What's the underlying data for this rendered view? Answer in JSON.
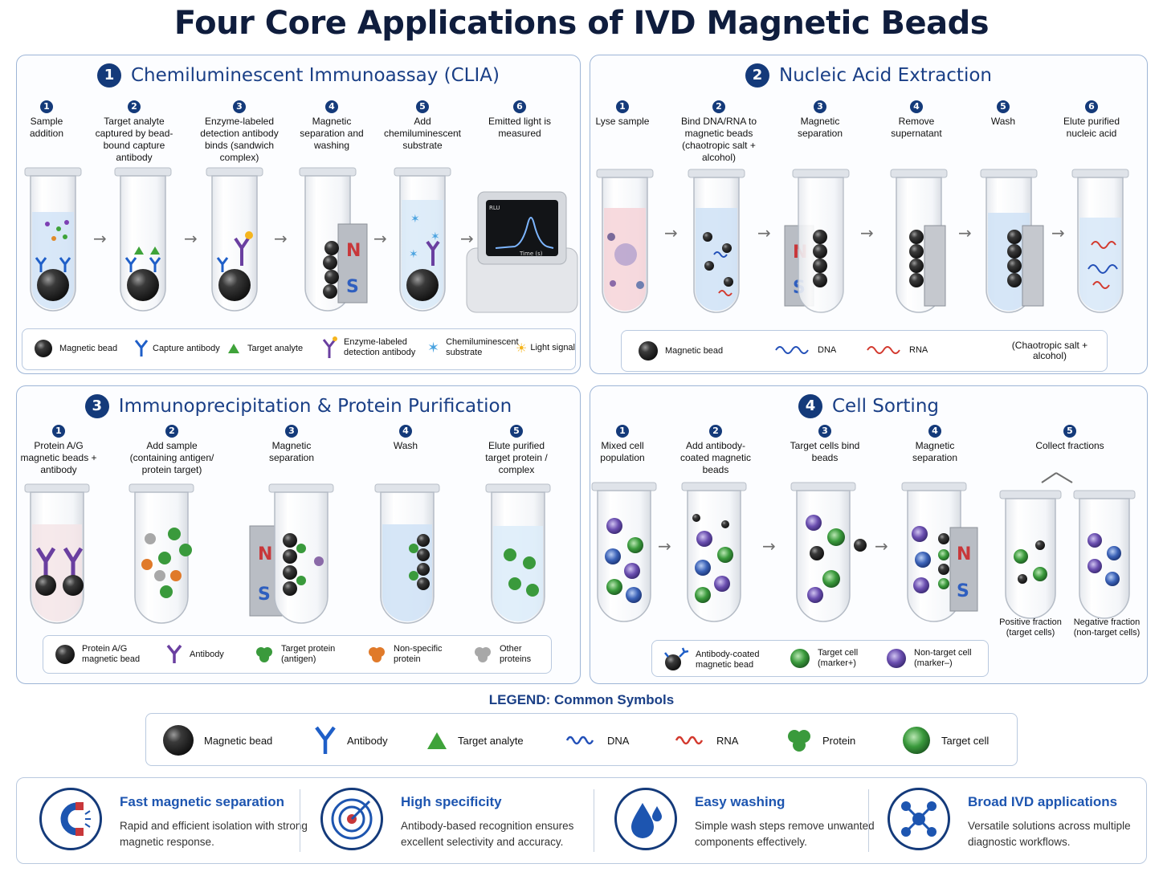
{
  "title": "Four Core Applications of IVD Magnetic Beads",
  "panels": [
    {
      "number": "1",
      "title": "Chemiluminescent Immunoassay (CLIA)",
      "steps": [
        {
          "n": "1",
          "label": "Sample addition"
        },
        {
          "n": "2",
          "label": "Target analyte captured by bead-bound capture antibody"
        },
        {
          "n": "3",
          "label": "Enzyme-labeled detection antibody binds (sandwich complex)"
        },
        {
          "n": "4",
          "label": "Magnetic separation and washing"
        },
        {
          "n": "5",
          "label": "Add chemiluminescent substrate"
        },
        {
          "n": "6",
          "label": "Emitted light is measured"
        }
      ],
      "instrument": {
        "y_label": "RLU",
        "x_label": "Time (s)"
      },
      "legend": [
        {
          "icon": "magnetic-bead",
          "label": "Magnetic bead"
        },
        {
          "icon": "capture-antibody",
          "label": "Capture antibody"
        },
        {
          "icon": "target-analyte",
          "label": "Target analyte"
        },
        {
          "icon": "enzyme-labeled-antibody",
          "label": "Enzyme-labeled detection antibody"
        },
        {
          "icon": "chemiluminescent-substrate",
          "label": "Chemiluminescent substrate"
        },
        {
          "icon": "light-signal",
          "label": "Light signal"
        }
      ]
    },
    {
      "number": "2",
      "title": "Nucleic Acid Extraction",
      "steps": [
        {
          "n": "1",
          "label": "Lyse sample"
        },
        {
          "n": "2",
          "label": "Bind DNA/RNA to magnetic beads (chaotropic salt + alcohol)"
        },
        {
          "n": "3",
          "label": "Magnetic separation"
        },
        {
          "n": "4",
          "label": "Remove supernatant"
        },
        {
          "n": "5",
          "label": "Wash"
        },
        {
          "n": "6",
          "label": "Elute purified nucleic acid"
        }
      ],
      "legend": [
        {
          "icon": "magnetic-bead",
          "label": "Magnetic bead"
        },
        {
          "icon": "dna",
          "label": "DNA"
        },
        {
          "icon": "rna",
          "label": "RNA"
        },
        {
          "icon": "none",
          "label": "(Chaotropic salt + alcohol)"
        }
      ]
    },
    {
      "number": "3",
      "title": "Immunoprecipitation & Protein Purification",
      "steps": [
        {
          "n": "1",
          "label": "Protein A/G magnetic beads + antibody"
        },
        {
          "n": "2",
          "label": "Add sample (containing antigen/ protein target)"
        },
        {
          "n": "3",
          "label": "Magnetic separation"
        },
        {
          "n": "4",
          "label": "Wash"
        },
        {
          "n": "5",
          "label": "Elute purified target protein / complex"
        }
      ],
      "legend": [
        {
          "icon": "protein-ag-bead",
          "label": "Protein A/G magnetic bead"
        },
        {
          "icon": "antibody",
          "label": "Antibody"
        },
        {
          "icon": "target-protein",
          "label": "Target protein (antigen)"
        },
        {
          "icon": "non-specific-protein",
          "label": "Non-specific protein"
        },
        {
          "icon": "other-protein",
          "label": "Other proteins"
        }
      ]
    },
    {
      "number": "4",
      "title": "Cell Sorting",
      "steps": [
        {
          "n": "1",
          "label": "Mixed cell population"
        },
        {
          "n": "2",
          "label": "Add antibody-coated magnetic beads"
        },
        {
          "n": "3",
          "label": "Target cells bind beads"
        },
        {
          "n": "4",
          "label": "Magnetic separation"
        },
        {
          "n": "5",
          "label": "Collect fractions"
        }
      ],
      "fractions": [
        {
          "label": "Positive fraction (target cells)"
        },
        {
          "label": "Negative fraction (non-target cells)"
        }
      ],
      "legend": [
        {
          "icon": "antibody-coated-bead",
          "label": "Antibody-coated magnetic bead"
        },
        {
          "icon": "target-cell",
          "label": "Target cell (marker+)"
        },
        {
          "icon": "non-target-cell",
          "label": "Non-target cell (marker–)"
        }
      ]
    }
  ],
  "magnet": {
    "north": "N",
    "south": "S"
  },
  "common_legend": {
    "title": "LEGEND: Common Symbols",
    "items": [
      {
        "icon": "magnetic-bead",
        "label": "Magnetic bead"
      },
      {
        "icon": "antibody",
        "label": "Antibody"
      },
      {
        "icon": "target-analyte",
        "label": "Target analyte"
      },
      {
        "icon": "dna",
        "label": "DNA"
      },
      {
        "icon": "rna",
        "label": "RNA"
      },
      {
        "icon": "protein",
        "label": "Protein"
      },
      {
        "icon": "target-cell",
        "label": "Target cell"
      }
    ]
  },
  "features": [
    {
      "icon": "magnet-icon",
      "title": "Fast magnetic separation",
      "description": "Rapid and efficient isolation with strong magnetic response."
    },
    {
      "icon": "target-icon",
      "title": "High specificity",
      "description": "Antibody-based recognition ensures excellent selectivity and accuracy."
    },
    {
      "icon": "water-drop-icon",
      "title": "Easy washing",
      "description": "Simple wash steps remove unwanted components effectively."
    },
    {
      "icon": "network-icon",
      "title": "Broad IVD applications",
      "description": "Versatile solutions across multiple diagnostic workflows."
    }
  ],
  "colors": {
    "title": "#0f1d3d",
    "accent_blue": "#1a3f86",
    "bead": "#2b2b2b",
    "antibody": "#1f5fc8",
    "detection_antibody": "#6a3fa0",
    "analyte": "#3fa33a",
    "magnet_north": "#c8373a",
    "magnet_south": "#2f5fbf",
    "rna": "#d33a2f",
    "dna": "#2350b8",
    "target_cell": "#3a9a3c",
    "non_target_cell": "#6b4fb0"
  }
}
